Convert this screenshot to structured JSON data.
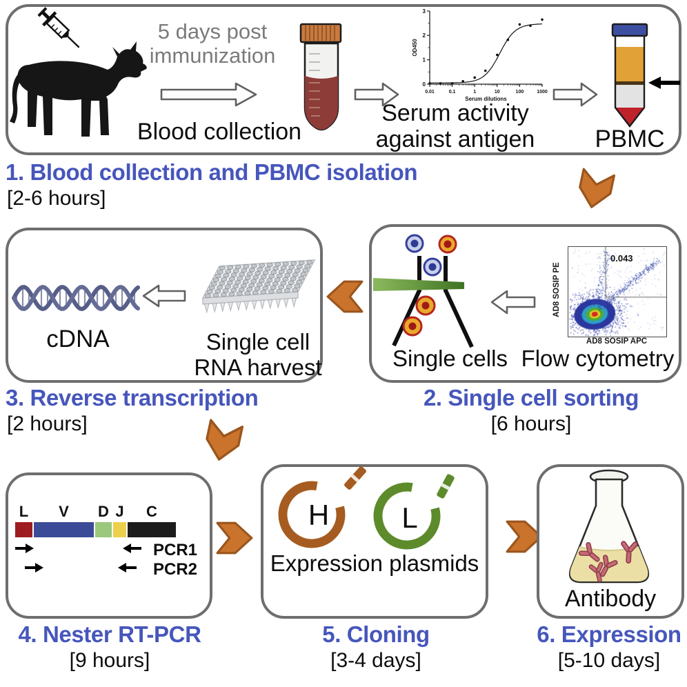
{
  "palette": {
    "heading_blue": "#4656bb",
    "chevron_orange": "#c9732d",
    "chevron_border": "#9a551d",
    "panel_border": "#6e6e6e",
    "blood_red": "#8e3c38",
    "tube_cap_orange": "#c87a3e",
    "pbmc_cap_blue": "#3d4fa1",
    "plasma_orange": "#e2a136",
    "rbc_red": "#c0222c",
    "plasmid_h_brown": "#a65c20",
    "plasmid_l_green": "#5d8b2b",
    "flask_liquid": "#ebdfa5",
    "antibody_pink": "#c46b76",
    "dna_slate": "#646c95",
    "laser_green": "#4c7f2a"
  },
  "panel1": {
    "annotation": "5 days post immunization",
    "blood_label": "Blood collection",
    "serum_label": "Serum activity against antigen",
    "pbmc_label": "PBMC"
  },
  "steps": [
    {
      "title": "1. Blood collection and PBMC isolation",
      "time": "[2-6 hours]"
    },
    {
      "title": "2. Single cell sorting",
      "time": "[6 hours]"
    },
    {
      "title": "3. Reverse transcription",
      "time": "[2 hours]"
    },
    {
      "title": "4. Nester RT-PCR",
      "time": "[9 hours]"
    },
    {
      "title": "5. Cloning",
      "time": "[3-4 days]"
    },
    {
      "title": "6. Expression",
      "time": "[5-10 days]"
    }
  ],
  "panel2": {
    "single_cells_label": "Single cells",
    "flow_label": "Flow cytometry"
  },
  "panel3": {
    "cdna_label": "cDNA",
    "plate_label": "Single cell RNA harvest"
  },
  "panel4": {
    "segments": [
      {
        "label": "L",
        "width": 25,
        "color": "#9e1b1f"
      },
      {
        "label": "V",
        "width": 87,
        "color": "#3c4b97"
      },
      {
        "label": "D",
        "width": 24,
        "color": "#9cc87e"
      },
      {
        "label": "J",
        "width": 19,
        "color": "#ecd04b"
      },
      {
        "label": "C",
        "width": 70,
        "color": "#1c1c1c"
      }
    ],
    "pcr1_label": "PCR1",
    "pcr2_label": "PCR2"
  },
  "panel5": {
    "h_label": "H",
    "l_label": "L",
    "caption": "Expression plasmids"
  },
  "panel6": {
    "caption": "Antibody"
  },
  "chart_data": [
    {
      "type": "scatter",
      "title": "",
      "xlabel": "Serum dilutions",
      "ylabel": "OD450",
      "x_scale": "log",
      "x_ticks": [
        0.01,
        0.1,
        1,
        10,
        100,
        1000
      ],
      "y_ticks": [
        0,
        1,
        2,
        3
      ],
      "ylim": [
        0,
        3
      ],
      "points": [
        [
          0.01,
          0.03
        ],
        [
          0.03,
          0.03
        ],
        [
          0.1,
          0.03
        ],
        [
          0.3,
          0.12
        ],
        [
          1,
          0.27
        ],
        [
          3,
          0.55
        ],
        [
          10,
          1.2
        ],
        [
          30,
          1.82
        ],
        [
          100,
          2.45
        ],
        [
          300,
          2.4
        ],
        [
          1000,
          2.65
        ]
      ],
      "fit_curve": {
        "model": "4PL",
        "bottom": 0.05,
        "top": 2.48,
        "ec50": 13,
        "hill": 1.25
      }
    },
    {
      "type": "density-scatter",
      "xlabel": "AD8 SOSIP APC",
      "ylabel": "AD8 SOSIP PE",
      "gate_label": "0.043",
      "gate": {
        "x_frac": 0.38,
        "y_frac": 0.56
      },
      "clusters": [
        {
          "name": "main-negative-population",
          "cx": 0.27,
          "cy": 0.75,
          "sx": 0.075,
          "sy": 0.06,
          "n": 1100
        },
        {
          "name": "double-positive-diagonal",
          "from": [
            0.3,
            0.7
          ],
          "to": [
            0.92,
            0.14
          ],
          "n": 300,
          "jitter": 0.03
        },
        {
          "name": "pe-positive-spray",
          "from": [
            0.28,
            0.66
          ],
          "to": [
            0.4,
            0.05
          ],
          "n": 150,
          "jitter": 0.045
        },
        {
          "name": "background",
          "n": 210
        }
      ]
    }
  ]
}
